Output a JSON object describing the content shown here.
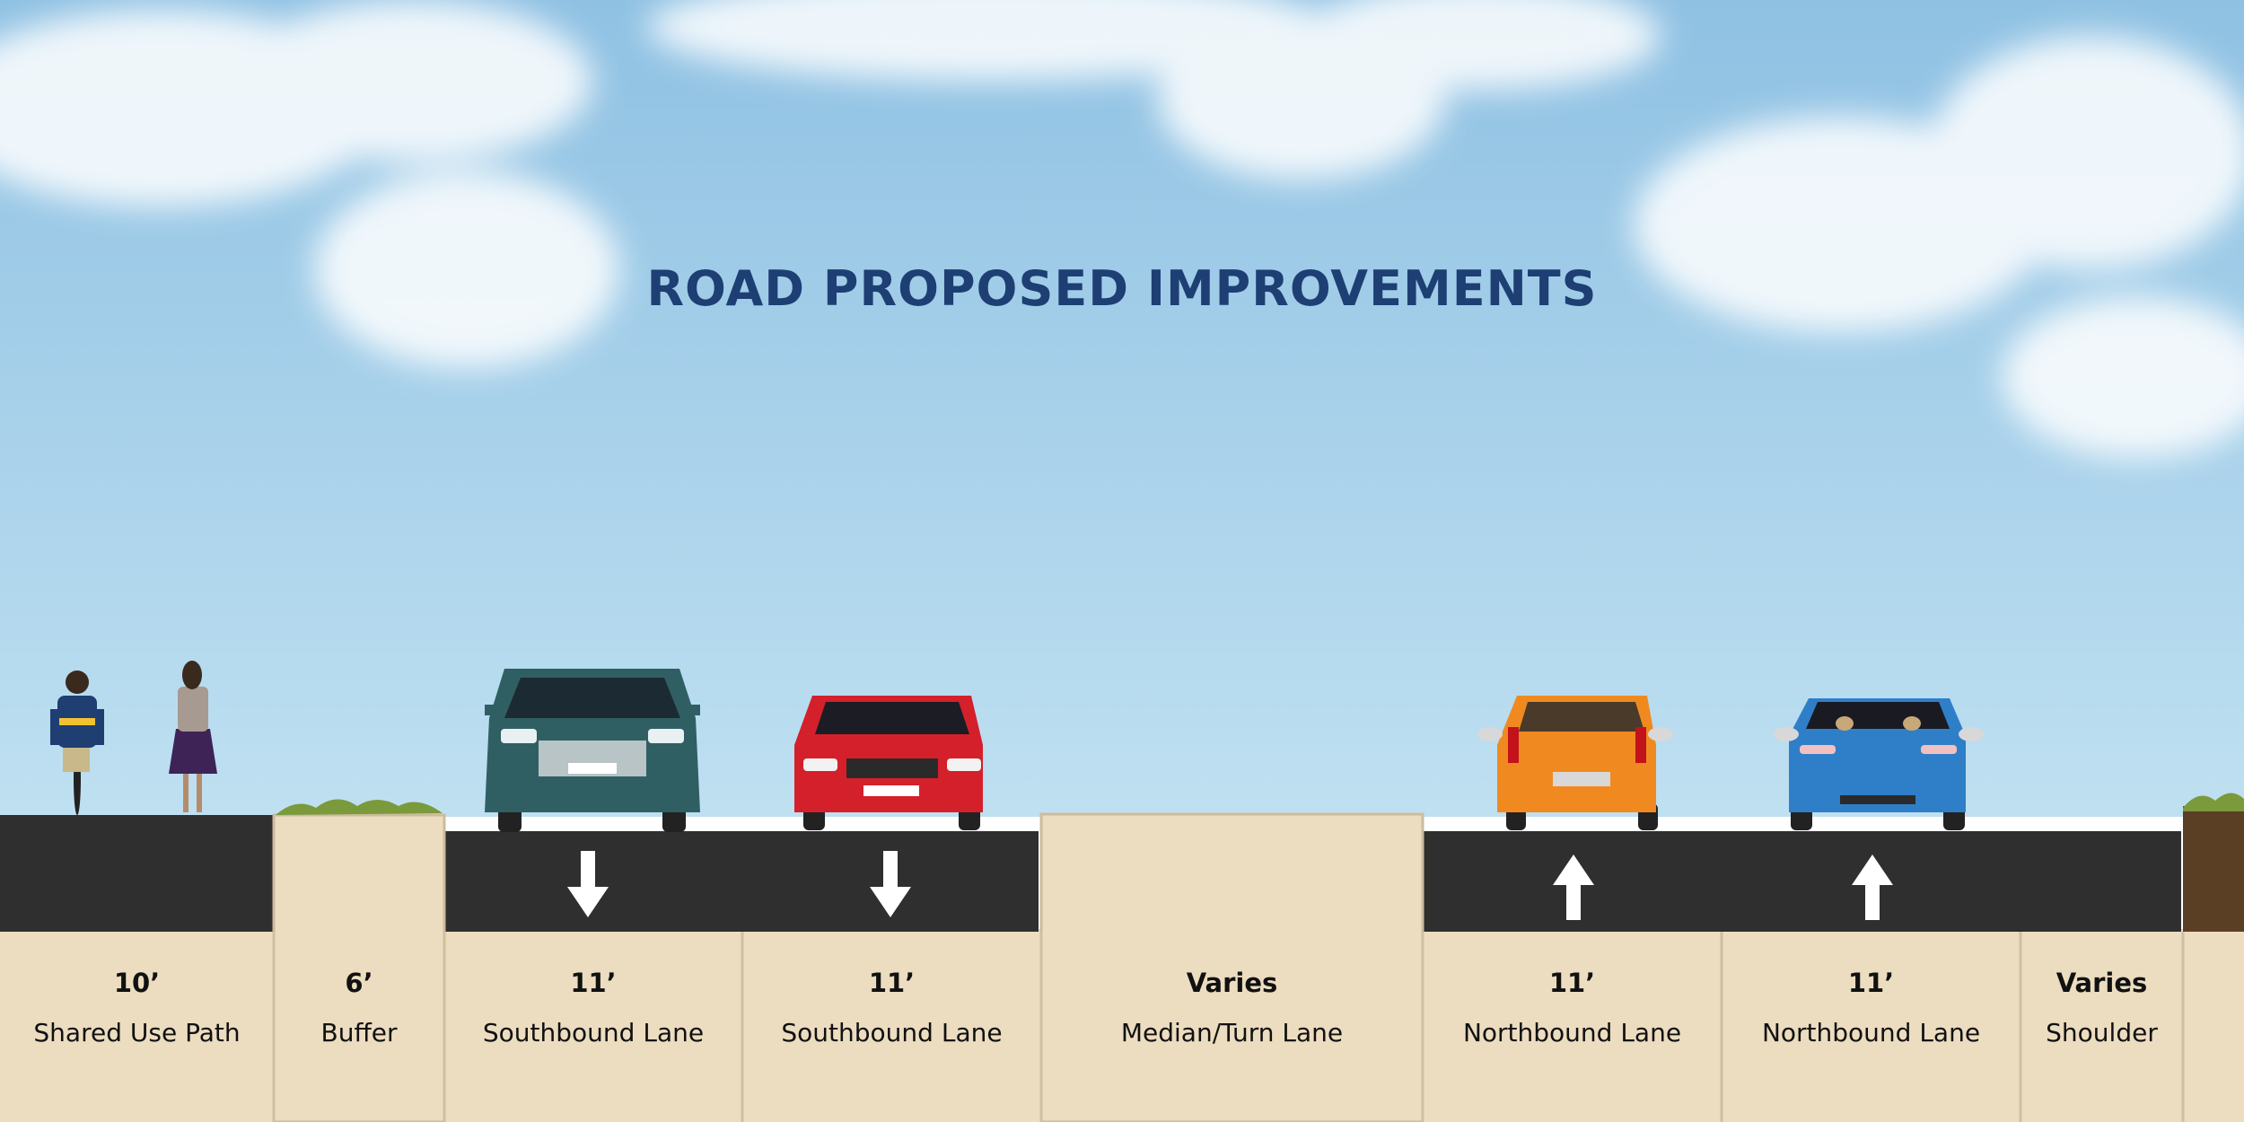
{
  "title": "ROAD PROPOSED IMPROVEMENTS",
  "colors": {
    "title": "#1d3f73",
    "sky_top": "#8fc1e3",
    "sky_bottom": "#bfe0f1",
    "asphalt": "#2f2f2f",
    "sand": "#ecdcc0",
    "grass": "#7a9a3c",
    "soil": "#5a3f24",
    "car_teal": "#2f5f63",
    "car_red": "#d4202b",
    "car_orange": "#f08a20",
    "car_blue": "#2f7fc8"
  },
  "segments": [
    {
      "width": "10’",
      "name": "Shared Use Path"
    },
    {
      "width": "6’",
      "name": "Buffer"
    },
    {
      "width": "11’",
      "name": "Southbound Lane"
    },
    {
      "width": "11’",
      "name": "Southbound Lane"
    },
    {
      "width": "Varies",
      "name": "Median/Turn Lane"
    },
    {
      "width": "11’",
      "name": "Northbound Lane"
    },
    {
      "width": "11’",
      "name": "Northbound Lane"
    },
    {
      "width": "Varies",
      "name": "Shoulder"
    }
  ],
  "icons": [
    "cyclist-icon",
    "pedestrian-icon",
    "suv-icon",
    "sedan-icon",
    "hatchback-icon",
    "convertible-icon",
    "arrow-down-icon",
    "arrow-up-icon"
  ]
}
